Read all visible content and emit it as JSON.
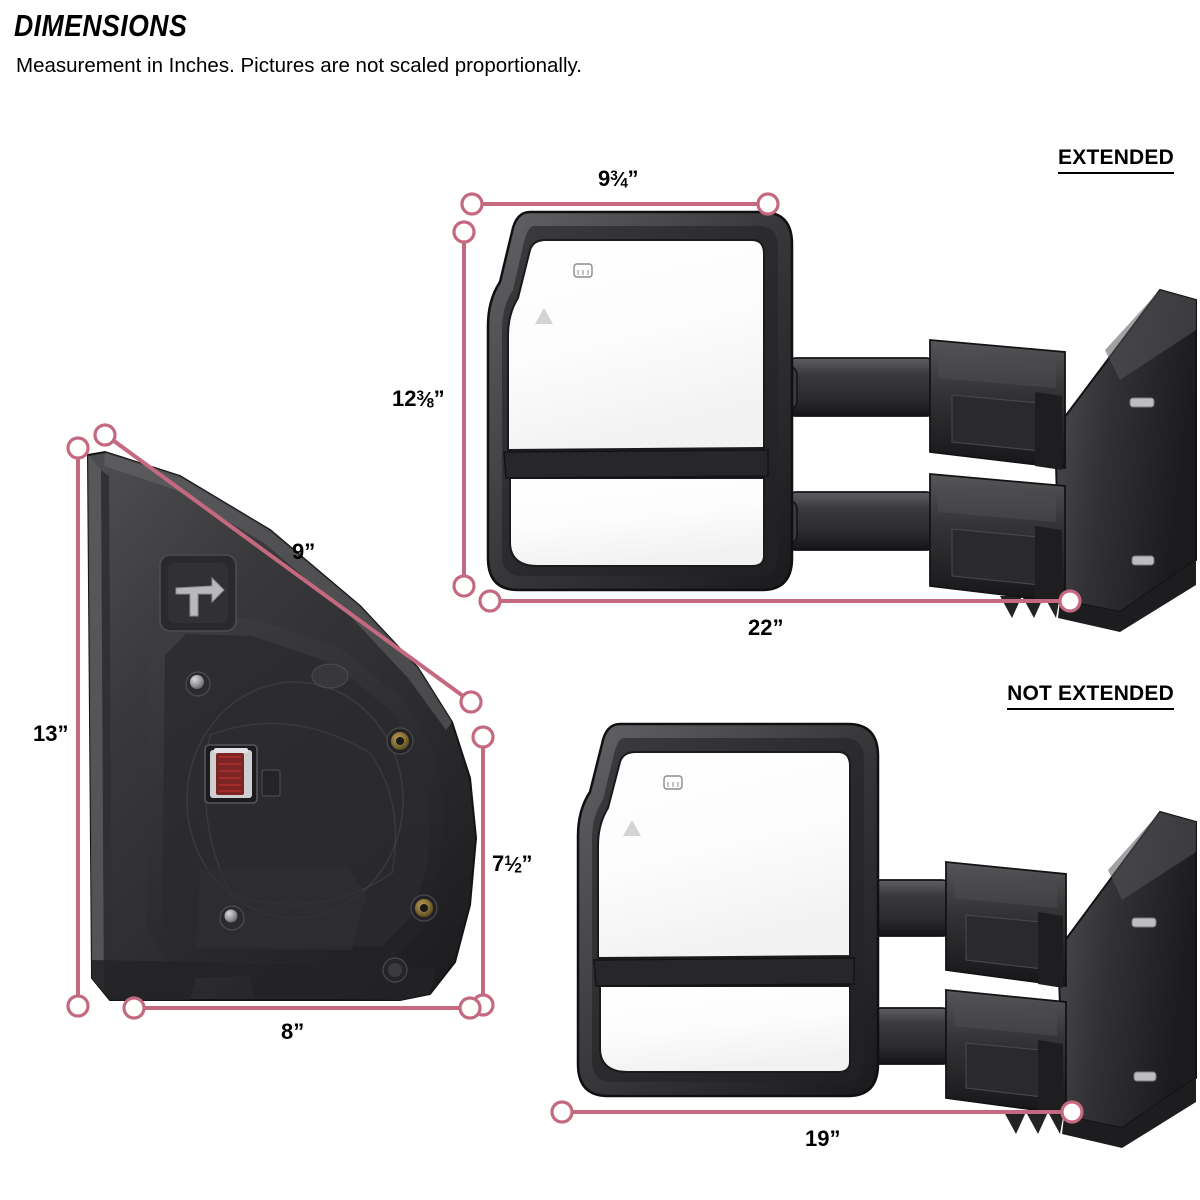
{
  "header": {
    "title": "DIMENSIONS",
    "subtitle": "Measurement in Inches. Pictures are not scaled proportionally."
  },
  "sections": [
    {
      "id": "extended",
      "label": "EXTENDED"
    },
    {
      "id": "not_extended",
      "label": "NOT EXTENDED"
    }
  ],
  "colors": {
    "dimension_line": "#c4697f",
    "dimension_marker_fill": "#ffffff",
    "text": "#000000",
    "background": "#ffffff",
    "mirror_body_dark": "#2a2a2c",
    "mirror_body_mid": "#3c3c3f",
    "mirror_body_light": "#5a5a5e",
    "mirror_glass": "#fbfbfb",
    "housing_plastic": "#2e2e30",
    "connector_red": "#8d2b2b",
    "grommet_brass": "#8a7336"
  },
  "dimensions": {
    "extended": [
      {
        "name": "mirror-head-width",
        "value": "9",
        "fraction_num": "3",
        "fraction_den": "4",
        "unit": "”",
        "display": "9¾”"
      },
      {
        "name": "mirror-head-height",
        "value": "12",
        "fraction_num": "3",
        "fraction_den": "8",
        "unit": "”",
        "display": "12⅜”"
      },
      {
        "name": "assembly-width-extended",
        "value": "22",
        "fraction_num": "",
        "fraction_den": "",
        "unit": "”",
        "display": "22”"
      }
    ],
    "not_extended": [
      {
        "name": "assembly-width-not-extended",
        "value": "19",
        "fraction_num": "",
        "fraction_den": "",
        "unit": "”",
        "display": "19”"
      }
    ],
    "housing": [
      {
        "name": "housing-diagonal",
        "value": "9",
        "fraction_num": "",
        "fraction_den": "",
        "unit": "”",
        "display": "9”"
      },
      {
        "name": "housing-height",
        "value": "13",
        "fraction_num": "",
        "fraction_den": "",
        "unit": "”",
        "display": "13”"
      },
      {
        "name": "housing-right-height",
        "value": "7",
        "fraction_num": "1",
        "fraction_den": "2",
        "unit": "”",
        "display": "7½”"
      },
      {
        "name": "housing-base-width",
        "value": "8",
        "fraction_num": "",
        "fraction_den": "",
        "unit": "”",
        "display": "8”"
      }
    ]
  },
  "labels": {
    "width_9_3_4_int": "9",
    "width_9_3_4_num": "3",
    "width_9_3_4_den": "4",
    "height_12_3_8_int": "12",
    "height_12_3_8_num": "3",
    "height_12_3_8_den": "8",
    "width_22": "22”",
    "width_19": "19”",
    "diag_9": "9”",
    "height_13": "13”",
    "height_7_1_2_int": "7",
    "height_7_1_2_num": "1",
    "height_7_1_2_den": "2",
    "width_8": "8”",
    "quote": "”"
  },
  "product": {
    "glass_icons": {
      "defrost": "defrost-grid-icon",
      "blind_spot": "blind-spot-triangle-icon"
    },
    "parts": [
      "upper-main-mirror-glass",
      "lower-convex-mirror-glass",
      "mirror-housing-frame",
      "upper-telescoping-arm",
      "lower-telescoping-arm",
      "door-mounting-bracket",
      "mounting-gasket-plate",
      "wiring-connector",
      "t-clip-retainer"
    ]
  }
}
